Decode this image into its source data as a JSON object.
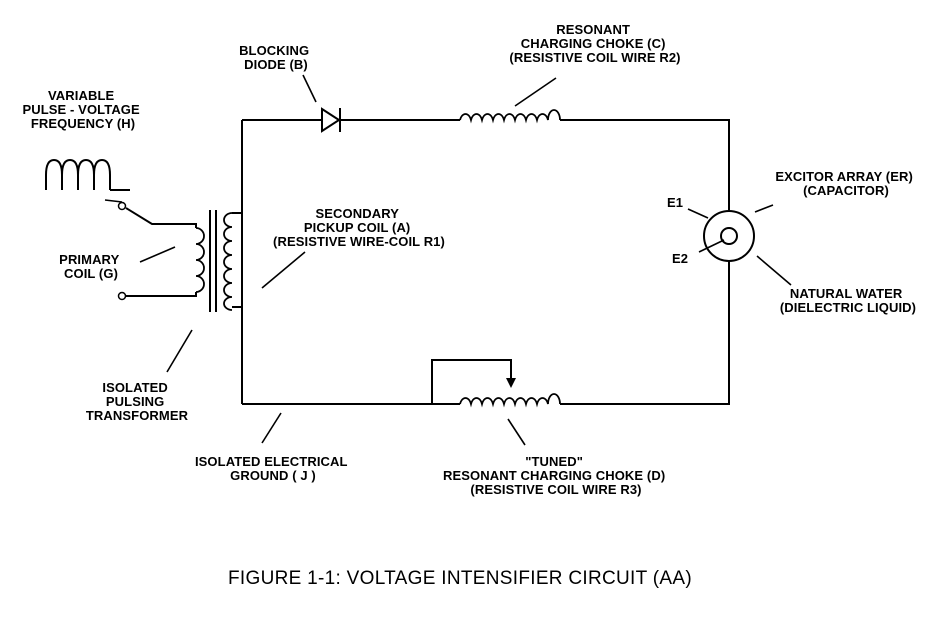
{
  "labels": {
    "variable_pulse": [
      "VARIABLE",
      "PULSE - VOLTAGE",
      "FREQUENCY (H)"
    ],
    "blocking_diode": [
      "BLOCKING",
      "DIODE (B)"
    ],
    "choke_c": [
      "RESONANT",
      "CHARGING CHOKE (C)",
      "(RESISTIVE COIL WIRE R2)"
    ],
    "excitor": [
      "EXCITOR ARRAY (ER)",
      "(CAPACITOR)"
    ],
    "e1": "E1",
    "e2": "E2",
    "secondary": [
      "SECONDARY",
      "PICKUP COIL (A)",
      "(RESISTIVE WIRE-COIL R1)"
    ],
    "primary": [
      "PRIMARY",
      "COIL (G)"
    ],
    "water": [
      "NATURAL WATER",
      "(DIELECTRIC LIQUID)"
    ],
    "transformer": [
      "ISOLATED",
      "PULSING",
      "TRANSFORMER"
    ],
    "ground": [
      "ISOLATED ELECTRICAL",
      "GROUND ( J )"
    ],
    "choke_d": [
      "\"TUNED\"",
      "RESONANT CHARGING CHOKE (D)",
      "(RESISTIVE COIL WIRE R3)"
    ]
  },
  "caption": "FIGURE 1-1: VOLTAGE INTENSIFIER CIRCUIT (AA)"
}
